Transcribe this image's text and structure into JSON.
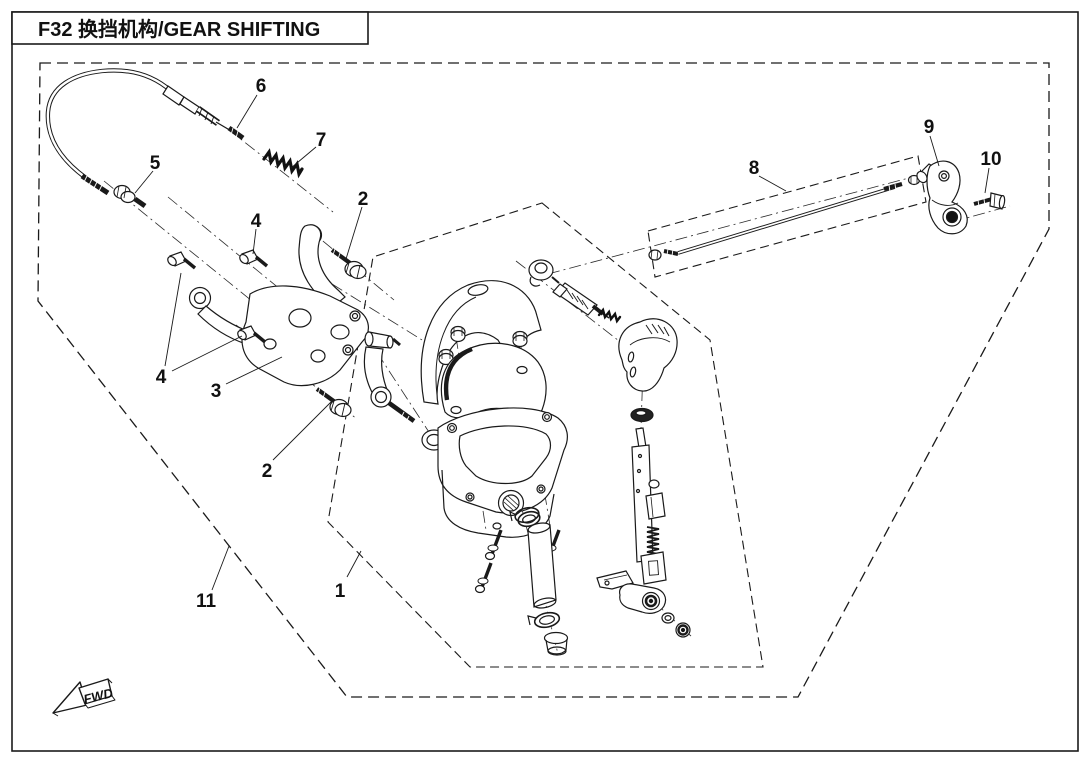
{
  "page": {
    "title": "F32 换挡机构/GEAR SHIFTING",
    "fwd_label": "FWD",
    "callouts": {
      "c1": "1",
      "c2_top": "2",
      "c2_bottom": "2",
      "c3": "3",
      "c4_top": "4",
      "c4_left": "4",
      "c5": "5",
      "c6": "6",
      "c7": "7",
      "c8": "8",
      "c9": "9",
      "c10": "10",
      "c11": "11"
    },
    "colors": {
      "line": "#1a1a1a",
      "background": "#ffffff"
    }
  }
}
